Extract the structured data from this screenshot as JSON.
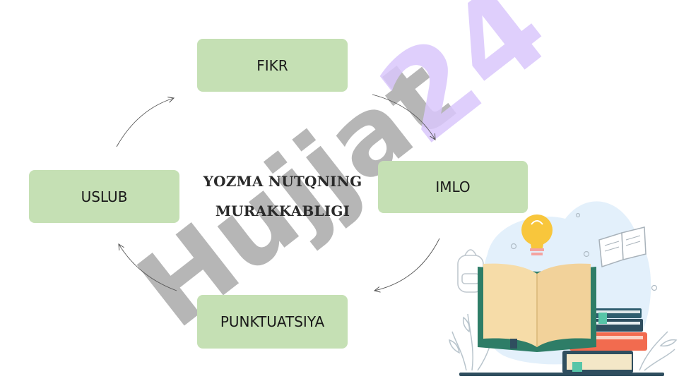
{
  "diagram": {
    "center": {
      "line1": "YOZMA NUTQNING",
      "line2": "MURAKKABLIGI"
    },
    "nodes": {
      "top": "FIKR",
      "right": "IMLO",
      "bottom": "PUNKTUATSIYA",
      "left": "USLUB"
    }
  },
  "watermark": {
    "brand": "Hujjat",
    "number": "24"
  },
  "colors": {
    "node_fill": "#c5e0b4",
    "watermark_gray": "#9e9e9e",
    "watermark_violet": "#d9c7fb",
    "arrow": "#555555"
  }
}
